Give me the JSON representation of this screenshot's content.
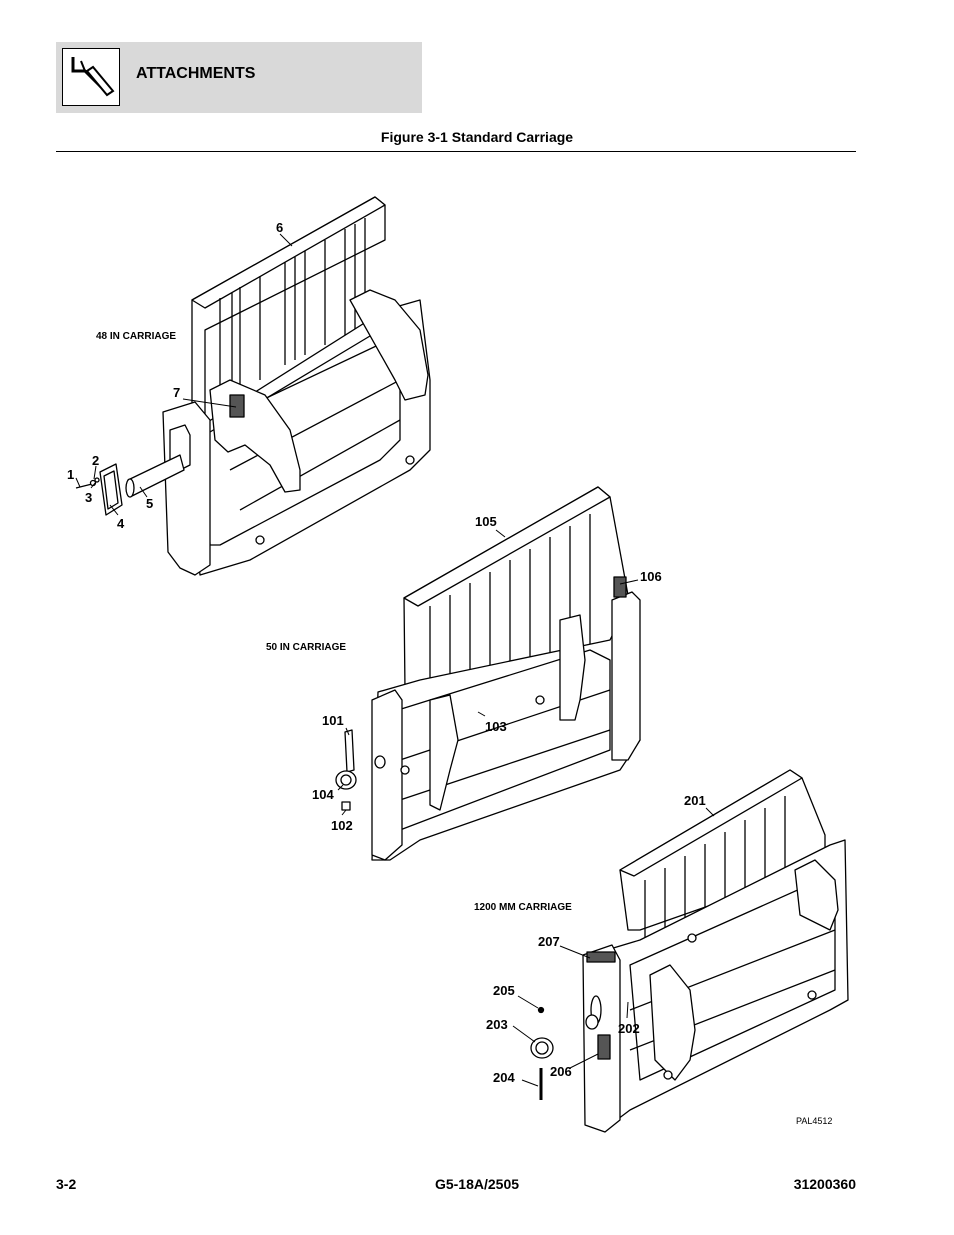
{
  "header": {
    "section_title": "ATTACHMENTS",
    "icon": "attachment-hook-icon"
  },
  "figure": {
    "title": "Figure 3-1 Standard Carriage",
    "reference": "PAL4512"
  },
  "assemblies": [
    {
      "label": "48 IN CARRIAGE",
      "callouts": [
        "1",
        "2",
        "3",
        "4",
        "5",
        "6",
        "7"
      ]
    },
    {
      "label": "50 IN CARRIAGE",
      "callouts": [
        "101",
        "102",
        "103",
        "104",
        "105",
        "106"
      ]
    },
    {
      "label": "1200 MM CARRIAGE",
      "callouts": [
        "201",
        "202",
        "203",
        "204",
        "205",
        "206",
        "207"
      ]
    }
  ],
  "footer": {
    "page": "3-2",
    "model": "G5-18A/2505",
    "doc_number": "31200360"
  }
}
